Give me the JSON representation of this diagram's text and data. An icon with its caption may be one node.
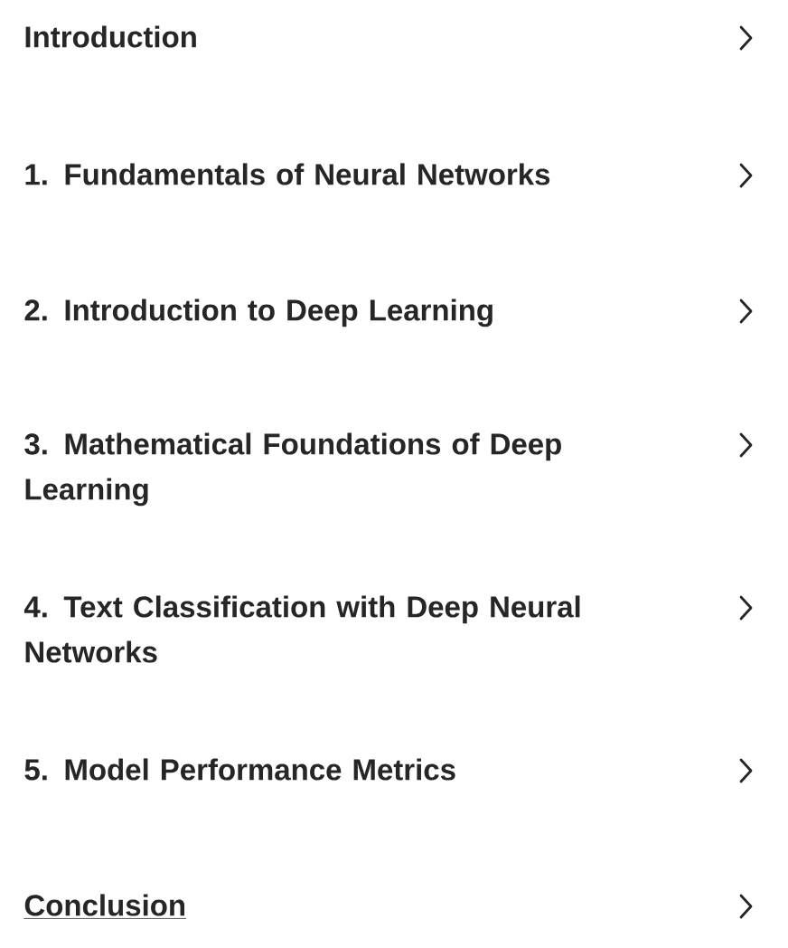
{
  "diagram": {
    "labels": [
      "Introduction",
      "1. Fundamentals of Neural Networks",
      "2. Introduction to Deep Learning",
      "3. Mathematical Foundations of Deep Learning",
      "4. Text Classification with Deep Neural Networks",
      "5. Model Performance Metrics",
      "Conclusion"
    ]
  }
}
